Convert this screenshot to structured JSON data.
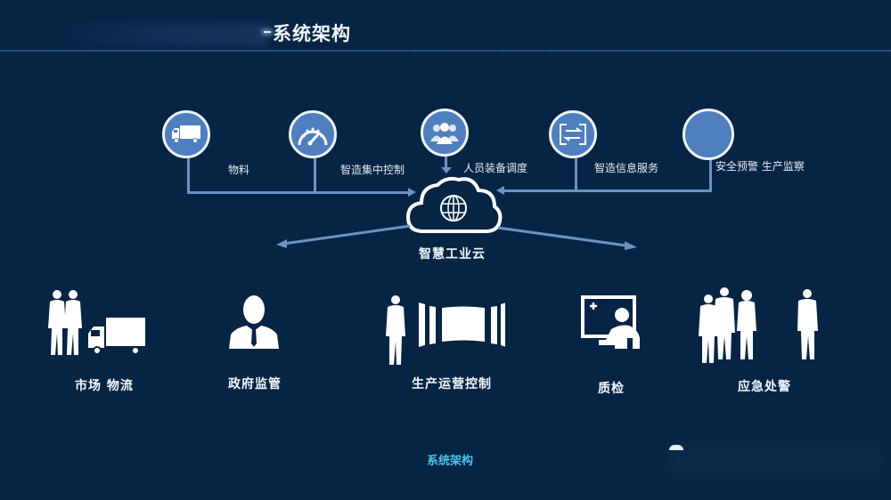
{
  "header": {
    "title": "-系统架构",
    "title_text": "系统架构"
  },
  "top_nodes": [
    {
      "id": "material",
      "icon": "truck-icon",
      "label": "物料"
    },
    {
      "id": "central-control",
      "icon": "gauge-icon",
      "label": "智造集中控制"
    },
    {
      "id": "personnel",
      "icon": "people-group-icon",
      "label": "人员装备调度"
    },
    {
      "id": "info-service",
      "icon": "exchange-icon",
      "label": "智造信息服务"
    },
    {
      "id": "safety",
      "icon": "blank-circle-icon",
      "label": "安全预警 生产监察"
    }
  ],
  "hub": {
    "icon": "cloud-globe-icon",
    "label": "智慧工业云"
  },
  "bottom_nodes": [
    {
      "id": "market-logistics",
      "icon": "people-truck-icon",
      "label": "市场 物流"
    },
    {
      "id": "gov-regulation",
      "icon": "businessman-icon",
      "label": "政府监管"
    },
    {
      "id": "production-control",
      "icon": "person-screens-icon",
      "label": "生产运营控制"
    },
    {
      "id": "quality-check",
      "icon": "presenter-board-icon",
      "label": "质检"
    },
    {
      "id": "emergency",
      "icon": "group-people-icon",
      "label": "应急处警"
    }
  ],
  "footer": {
    "caption": "系统架构"
  },
  "colors": {
    "background": "#062444",
    "node_fill": "#4f7fbf",
    "connector": "#6d91c4",
    "caption": "#4fc3e6"
  }
}
